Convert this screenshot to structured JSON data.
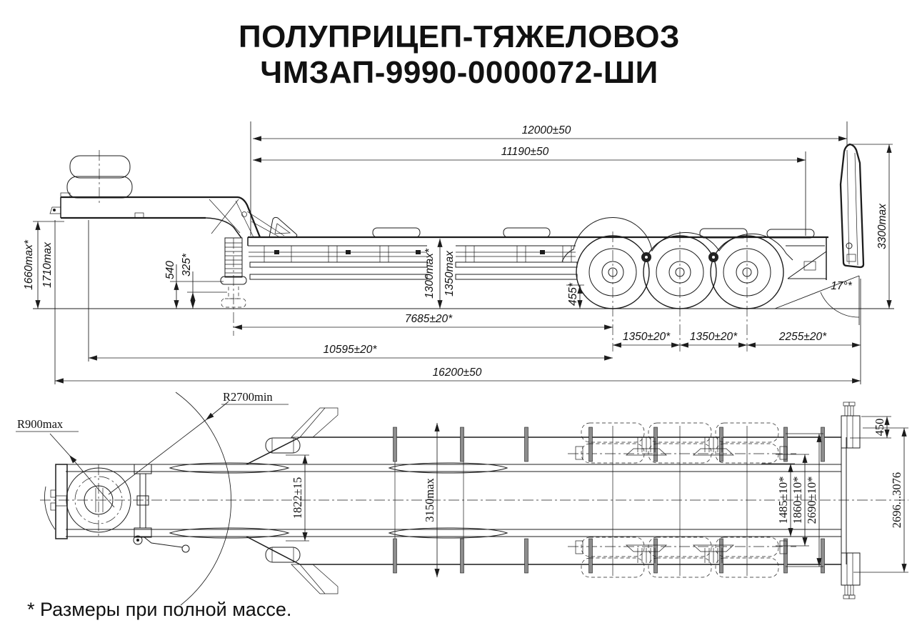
{
  "title": {
    "line1": "ПОЛУПРИЦЕП-ТЯЖЕЛОВОЗ",
    "line2": "ЧМЗАП-9990-0000072-ШИ"
  },
  "footnote": {
    "text": "* Размеры при полной массе."
  },
  "colors": {
    "ink": "#1c1c1c",
    "background": "#ffffff"
  },
  "side_view": {
    "dims": {
      "top_overall": "12000±50",
      "top_deck": "11190±50",
      "height_min": "1660max*",
      "height_max": "1710max",
      "leg_stroke": "540",
      "leg_clearance": "325*",
      "deck_height_laden": "1300max*",
      "deck_height": "1350max",
      "frame_clearance": "455*",
      "kingpin_to_first_axle": "7685±20*",
      "front_to_first_axle": "10595±20*",
      "overall_length": "16200±50",
      "axle_spacing_1": "1350±20*",
      "axle_spacing_2": "1350±20*",
      "last_axle_to_rear": "2255±20*",
      "ramp_height": "3300max",
      "ramp_angle": "17°*"
    }
  },
  "plan_view": {
    "dims": {
      "turning_radius": "R2700min",
      "front_radius": "R900max",
      "leg_track": "1822±15",
      "overall_width": "3150max",
      "spring_track": "1485±10*",
      "axle_track": "1860±10*",
      "frame_width": "2690±10*",
      "bracket_offset": "450",
      "rear_width_range": "2696...3076"
    }
  }
}
